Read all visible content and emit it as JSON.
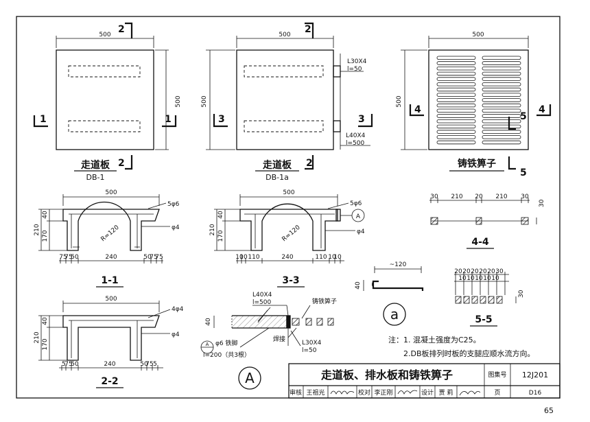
{
  "plan_views": {
    "db1": {
      "title": "走道板",
      "code": "DB-1",
      "width": "500",
      "height": "500",
      "sec_left": "1",
      "sec_right": "1",
      "sec_top": "2",
      "sec_bottom": "2"
    },
    "db1a": {
      "title": "走道板",
      "code": "DB-1a",
      "width": "500",
      "height": "500",
      "sec_left": "3",
      "sec_right": "3",
      "sec_top": "2",
      "sec_bottom": "2",
      "angle_top": "L30X4",
      "angle_top_len": "l=50",
      "angle_bot": "L40X4",
      "angle_bot_len": "l=500"
    },
    "grate": {
      "title": "铸铁箅子",
      "width": "500",
      "height": "500",
      "sec_left": "4",
      "sec_right": "4",
      "sec_mark": "5",
      "sec_bottom": "5"
    }
  },
  "sections": {
    "s11": {
      "title": "1-1",
      "width": "500",
      "h_total": "210",
      "h1": "40",
      "h2": "170",
      "rebar_top": "5φ6",
      "rebar_bot": "φ4",
      "radius": "R=120",
      "dims": [
        "75",
        "75",
        "50",
        "240",
        "50",
        "75",
        "75"
      ]
    },
    "s33": {
      "title": "3-3",
      "width": "500",
      "h_total": "210",
      "h1": "40",
      "h2": "170",
      "rebar_top": "5φ6",
      "rebar_bot": "φ4",
      "radius": "R=120",
      "detail": "A",
      "dims": [
        "10",
        "10",
        "110",
        "240",
        "110",
        "10",
        "10"
      ]
    },
    "s22": {
      "title": "2-2",
      "width": "500",
      "h_total": "210",
      "h1": "40",
      "h2": "170",
      "rebar_top": "4φ4",
      "rebar_bot": "φ4",
      "dims": [
        "5",
        "75",
        "50",
        "240",
        "50",
        "75",
        "5"
      ]
    },
    "s44": {
      "title": "4-4",
      "dims": [
        "30",
        "210",
        "20",
        "210",
        "30"
      ],
      "thk": "30"
    },
    "s55": {
      "title": "5-5",
      "dims": [
        "20",
        "20",
        "20",
        "20",
        "20",
        "30"
      ],
      "dims2": [
        "10",
        "10",
        "10",
        "10",
        "10"
      ],
      "thk": "30"
    }
  },
  "detail_a": {
    "mark": "A",
    "angle1": "L40X4",
    "angle1_len": "l=500",
    "grate_label": "铸铁箅子",
    "weld": "焊接",
    "leg": "φ6 铁脚",
    "leg_spec": "l=200（共3根）",
    "angle2": "L30X4",
    "angle2_len": "l=50",
    "h": "40"
  },
  "detail_a_small": {
    "mark": "a",
    "width": "~120",
    "h": "40"
  },
  "notes": {
    "prefix": "注：",
    "items": [
      "1. 混凝土强度为C25。",
      "2.DB板排列时板的支腿应顺水流方向。"
    ]
  },
  "title_block": {
    "title": "走道板、排水板和铸铁箅子",
    "atlas_label": "图集号",
    "atlas_no": "12J201",
    "page_label": "页",
    "page_no": "D16",
    "review_label": "审核",
    "reviewer": "王祖光",
    "check_label": "校对",
    "checker": "李正刚",
    "design_label": "设计",
    "designer": "贾  莉"
  },
  "page_number": "65"
}
